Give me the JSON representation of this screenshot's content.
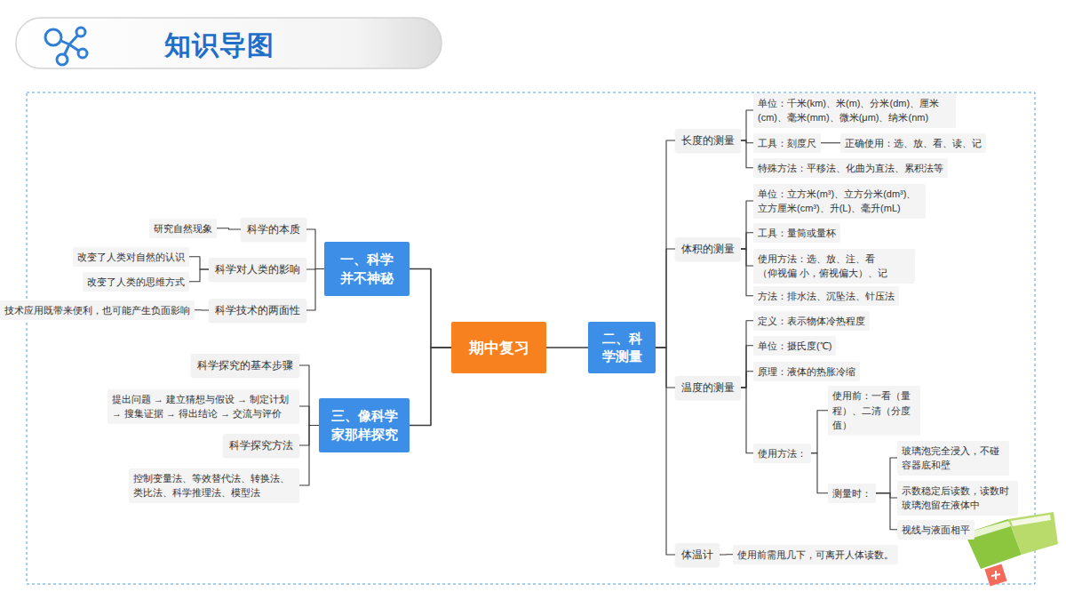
{
  "diagram": {
    "title": "知识导图",
    "nodes": [
      {
        "text": [
          "期中复习"
        ]
      },
      {
        "text": [
          "一、科学 并不神秘"
        ]
      },
      {
        "text": [
          "科学的本质"
        ]
      },
      {
        "text": [
          "研究自然现象"
        ]
      },
      {
        "text": [
          "科学对人类的影响"
        ]
      },
      {
        "text": [
          "改变了人类对自然的认识"
        ]
      },
      {
        "text": [
          "改变了人类的思维方式"
        ]
      },
      {
        "text": [
          "科学技术的两面性"
        ]
      },
      {
        "text": [
          "技术应用既带来便利，也可能产生负面影响"
        ]
      },
      {
        "text": [
          "三、像科学 家那样探究"
        ]
      },
      {
        "text": [
          "科学探究的基本步骤"
        ]
      },
      {
        "text": [
          "提出问题 → 建立猜想与假设 → 制定计划 → 搜集证据 → 得出结论 → 交流与评价"
        ]
      },
      {
        "text": [
          "科学探究方法"
        ]
      },
      {
        "text": [
          "控制变量法、等效替代法、转换法、 类比法、科学推理法、模型法"
        ]
      },
      {
        "text": [
          "二、科 学测量"
        ]
      },
      {
        "text": [
          "长度的测量"
        ]
      },
      {
        "text": [
          "单位：千米(km)、米(m)、分米(dm)、厘米 (cm)、毫米(mm)、微米(μm)、纳米(nm)"
        ]
      },
      {
        "text": [
          "工具：刻度尺"
        ]
      },
      {
        "text": [
          "正确使用：选、放、看、读、记"
        ]
      },
      {
        "text": [
          "特殊方法：平移法、化曲为直法、累积法等"
        ]
      },
      {
        "text": [
          "体积的测量"
        ]
      },
      {
        "text": [
          "单位：立方米(m³)、立方分米(dm³)、 立方厘米(cm³)、升(L)、毫升(mL)"
        ]
      },
      {
        "text": [
          "工具：量筒或量杯"
        ]
      },
      {
        "text": [
          "使用方法：选、放、注、看（仰视偏 小，俯视偏大）、记"
        ]
      },
      {
        "text": [
          "方法：排水法、沉坠法、针压法"
        ]
      },
      {
        "text": [
          "温度的测量"
        ]
      },
      {
        "text": [
          "定义：表示物体冷热程度"
        ]
      },
      {
        "text": [
          "单位：摄氏度(℃)"
        ]
      },
      {
        "text": [
          "原理：液体的热胀冷缩"
        ]
      },
      {
        "text": [
          "使用方法："
        ]
      },
      {
        "text": [
          "使用前：一看（量 程）、二清（分度 值）"
        ]
      },
      {
        "text": [
          "测量时："
        ]
      },
      {
        "text": [
          "玻璃泡完全浸入，不碰 容器底和壁"
        ]
      },
      {
        "text": [
          "示数稳定后读数，读数时 玻璃泡留在液体中"
        ]
      },
      {
        "text": [
          "视线与液面相平"
        ]
      },
      {
        "text": [
          "体温计"
        ]
      },
      {
        "text": [
          "使用前需甩几下，可离开人体读数。"
        ]
      }
    ],
    "edges": [
      {
        "from": 0,
        "to": 1,
        "arrow": "none"
      },
      {
        "from": 0,
        "to": 9,
        "arrow": "none"
      },
      {
        "from": 0,
        "to": 14,
        "arrow": "none"
      },
      {
        "from": 1,
        "to": 2,
        "arrow": "none"
      },
      {
        "from": 2,
        "to": 3,
        "arrow": "none"
      },
      {
        "from": 1,
        "to": 4,
        "arrow": "none"
      },
      {
        "from": 4,
        "to": 5,
        "arrow": "none"
      },
      {
        "from": 4,
        "to": 6,
        "arrow": "none"
      },
      {
        "from": 1,
        "to": 7,
        "arrow": "none"
      },
      {
        "from": 7,
        "to": 8,
        "arrow": "none"
      },
      {
        "from": 9,
        "to": 10,
        "arrow": "none"
      },
      {
        "from": 9,
        "to": 11,
        "arrow": "none"
      },
      {
        "from": 9,
        "to": 12,
        "arrow": "none"
      },
      {
        "from": 9,
        "to": 13,
        "arrow": "none"
      },
      {
        "from": 14,
        "to": 15,
        "arrow": "none"
      },
      {
        "from": 15,
        "to": 16,
        "arrow": "none"
      },
      {
        "from": 15,
        "to": 17,
        "arrow": "none"
      },
      {
        "from": 17,
        "to": 18,
        "arrow": "none"
      },
      {
        "from": 15,
        "to": 19,
        "arrow": "none"
      },
      {
        "from": 14,
        "to": 20,
        "arrow": "none"
      },
      {
        "from": 20,
        "to": 21,
        "arrow": "none"
      },
      {
        "from": 20,
        "to": 22,
        "arrow": "none"
      },
      {
        "from": 20,
        "to": 23,
        "arrow": "none"
      },
      {
        "from": 20,
        "to": 24,
        "arrow": "none"
      },
      {
        "from": 14,
        "to": 25,
        "arrow": "none"
      },
      {
        "from": 25,
        "to": 26,
        "arrow": "none"
      },
      {
        "from": 25,
        "to": 27,
        "arrow": "none"
      },
      {
        "from": 25,
        "to": 28,
        "arrow": "none"
      },
      {
        "from": 25,
        "to": 29,
        "arrow": "none"
      },
      {
        "from": 29,
        "to": 30,
        "arrow": "none"
      },
      {
        "from": 29,
        "to": 31,
        "arrow": "none"
      },
      {
        "from": 31,
        "to": 32,
        "arrow": "none"
      },
      {
        "from": 31,
        "to": 33,
        "arrow": "none"
      },
      {
        "from": 31,
        "to": 34,
        "arrow": "none"
      },
      {
        "from": 14,
        "to": 35,
        "arrow": "none"
      },
      {
        "from": 35,
        "to": 36,
        "arrow": "none"
      }
    ]
  }
}
